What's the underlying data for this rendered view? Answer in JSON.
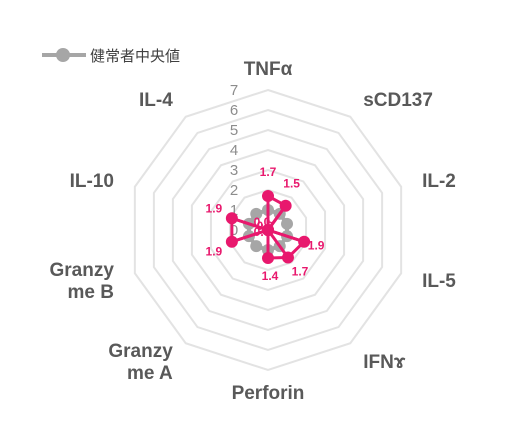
{
  "chart_data": {
    "type": "radar",
    "categories": [
      "TNFα",
      "sCD137",
      "IL-2",
      "IL-5",
      "IFNɤ",
      "Perforin",
      "Granzy me A",
      "Granzy me B",
      "IL-10",
      "IL-4"
    ],
    "category_lines": [
      [
        "TNFα"
      ],
      [
        "sCD137"
      ],
      [
        "IL-2"
      ],
      [
        "IL-5"
      ],
      [
        "IFNɤ"
      ],
      [
        "Perforin"
      ],
      [
        "Granzy",
        "me A"
      ],
      [
        "Granzy",
        "me B"
      ],
      [
        "IL-10"
      ],
      [
        "IL-4"
      ]
    ],
    "rlim": [
      0,
      7
    ],
    "radial_ticks": [
      0,
      1,
      2,
      3,
      4,
      5,
      6,
      7
    ],
    "series": [
      {
        "name": "健常者中央値",
        "color": "#a6a6a6",
        "values": [
          1,
          1,
          1,
          1,
          1,
          1,
          1,
          1,
          1,
          1
        ]
      },
      {
        "name": "",
        "color": "#e8186d",
        "values": [
          1.7,
          1.5,
          0.0,
          1.9,
          1.7,
          1.4,
          0.0,
          1.9,
          1.9,
          0.0
        ],
        "labels": [
          "1.7",
          "1.5",
          "0.0",
          "1.9",
          "1.7",
          "1.4",
          "0.0",
          "1.9",
          "1.9",
          "0.0"
        ]
      }
    ],
    "legend": "top-left",
    "grid": true
  }
}
